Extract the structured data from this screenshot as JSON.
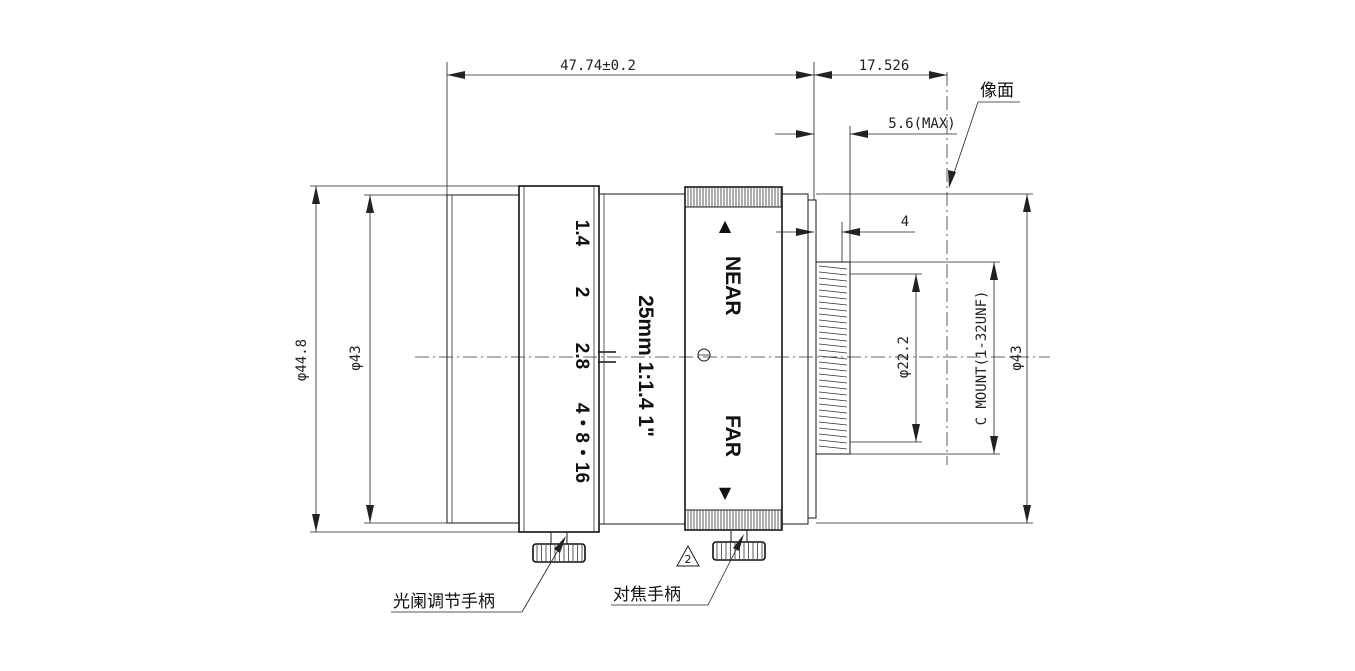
{
  "dimensions": {
    "overall_length": "47.74±0.2",
    "flange_back": "17.526",
    "back_protrusion_max": "5.6(MAX)",
    "thread_length": "4",
    "outer_diameter": "φ44.8",
    "body_diameter": "φ43",
    "mount_diameter": "φ22.2",
    "mount_type": "C MOUNT(1-32UNF)",
    "rear_diameter": "φ43"
  },
  "engravings": {
    "aperture_scale": [
      "1.4",
      "2",
      "2.8",
      "4・8・16"
    ],
    "model": "25mm 1:1.4 1\"",
    "near": "NEAR",
    "far": "FAR",
    "near_arrow": "▲",
    "far_arrow": "▼"
  },
  "annotations": {
    "image_plane": "像面",
    "aperture_handle": "光阑调节手柄",
    "focus_handle": "对焦手柄",
    "note_number": "2"
  }
}
